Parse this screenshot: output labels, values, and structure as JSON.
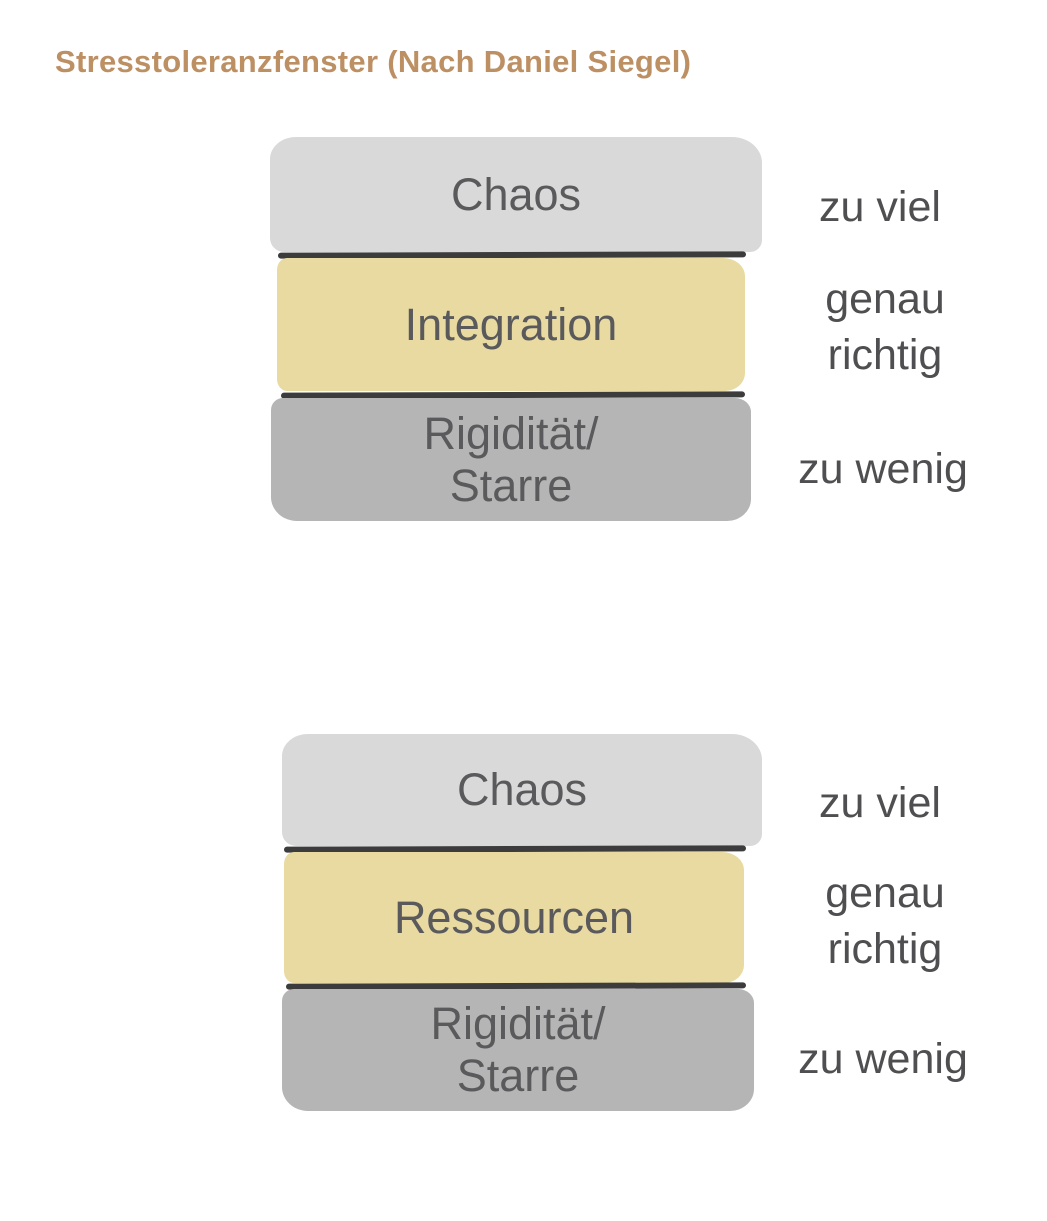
{
  "title": "Stresstoleranzfenster (Nach Daniel Siegel)",
  "colors": {
    "title": "#bd9064",
    "band_chaos": "#d9d9d9",
    "band_middle": "#e9daa2",
    "band_rigid": "#b5b5b5",
    "separator": "#3c3c3c",
    "band_text": "#5a5a5c",
    "side_text": "#4f4f51",
    "background": "#ffffff"
  },
  "diagrams": [
    {
      "name": "integration-window",
      "bands": [
        {
          "label": "Chaos",
          "side_label": "zu viel"
        },
        {
          "label": "Integration",
          "side_label": "genau\nrichtig"
        },
        {
          "label": "Rigidität/\nStarre",
          "side_label": "zu wenig"
        }
      ]
    },
    {
      "name": "ressourcen-window",
      "bands": [
        {
          "label": "Chaos",
          "side_label": "zu viel"
        },
        {
          "label": "Ressourcen",
          "side_label": "genau\nrichtig"
        },
        {
          "label": "Rigidität/\nStarre",
          "side_label": "zu wenig"
        }
      ]
    }
  ]
}
